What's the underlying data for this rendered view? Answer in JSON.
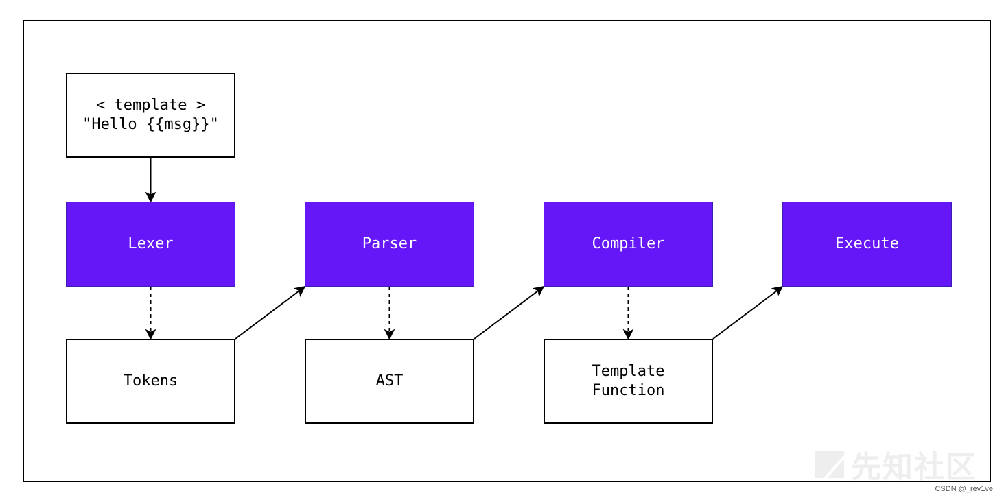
{
  "colors": {
    "stage_fill": "#6617f7",
    "stage_text": "#ffffff",
    "plain_fill": "#ffffff",
    "stroke": "#000000"
  },
  "diagram": {
    "nodes": {
      "template": {
        "label": "< template >\n\"Hello {{msg}}\"",
        "kind": "plain"
      },
      "lexer": {
        "label": "Lexer",
        "kind": "stage"
      },
      "parser": {
        "label": "Parser",
        "kind": "stage"
      },
      "compiler": {
        "label": "Compiler",
        "kind": "stage"
      },
      "execute": {
        "label": "Execute",
        "kind": "stage"
      },
      "tokens": {
        "label": "Tokens",
        "kind": "plain"
      },
      "ast": {
        "label": "AST",
        "kind": "plain"
      },
      "template_function": {
        "label": "Template\nFunction",
        "kind": "plain"
      }
    },
    "edges": [
      {
        "from": "template",
        "to": "lexer",
        "style": "solid"
      },
      {
        "from": "lexer",
        "to": "tokens",
        "style": "dashed"
      },
      {
        "from": "tokens",
        "to": "parser",
        "style": "solid"
      },
      {
        "from": "parser",
        "to": "ast",
        "style": "dashed"
      },
      {
        "from": "ast",
        "to": "compiler",
        "style": "solid"
      },
      {
        "from": "compiler",
        "to": "template_function",
        "style": "dashed"
      },
      {
        "from": "template_function",
        "to": "execute",
        "style": "solid"
      }
    ]
  },
  "watermark": {
    "text": "先知社区",
    "icon": "xianzhi-logo"
  },
  "credit": "CSDN @_rev1ve"
}
